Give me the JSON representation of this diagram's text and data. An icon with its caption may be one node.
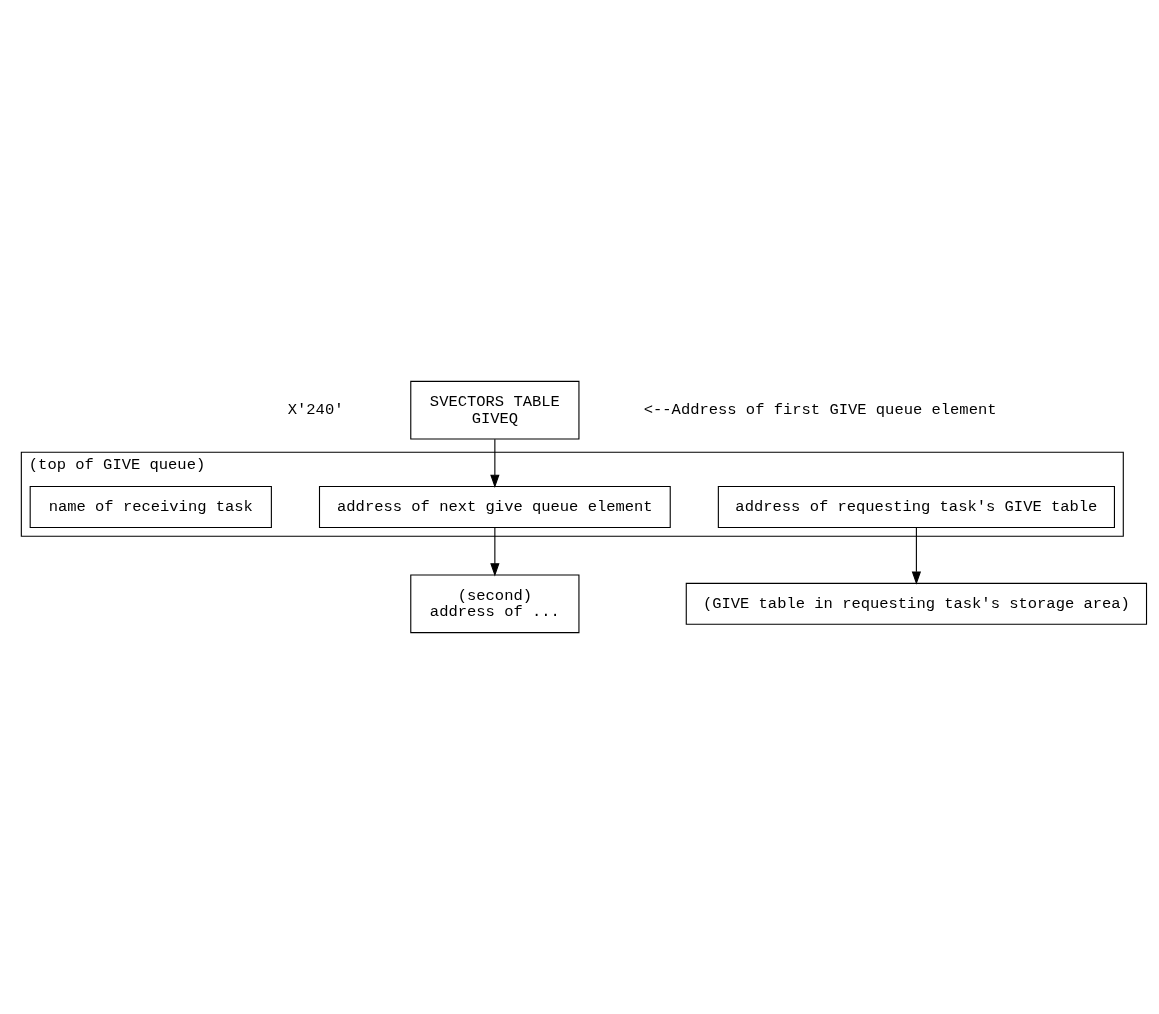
{
  "diagram": {
    "nodes": [
      {
        "text": [
          "SVECTORS TABLE",
          "GIVEQ"
        ]
      },
      {
        "text": [
          "(top of GIVE queue)"
        ]
      },
      {
        "text": [
          "address of next give queue element"
        ],
        "in": 1
      },
      {
        "text": [
          "address of requesting task's GIVE table"
        ],
        "in": 1
      },
      {
        "text": [
          "name of receiving task"
        ],
        "in": 1
      },
      {
        "text": [
          "(second)",
          "address of ..."
        ]
      },
      {
        "text": [
          "(GIVE table in requesting task's storage area)"
        ]
      }
    ],
    "edges": [
      {
        "from": 0,
        "to": 2,
        "arrow": "to"
      },
      {
        "from": 2,
        "to": 5,
        "arrow": "to"
      },
      {
        "from": 3,
        "to": 6,
        "arrow": "to"
      }
    ],
    "labels": [
      "X'240'",
      "<--Address of first GIVE queue element"
    ]
  }
}
